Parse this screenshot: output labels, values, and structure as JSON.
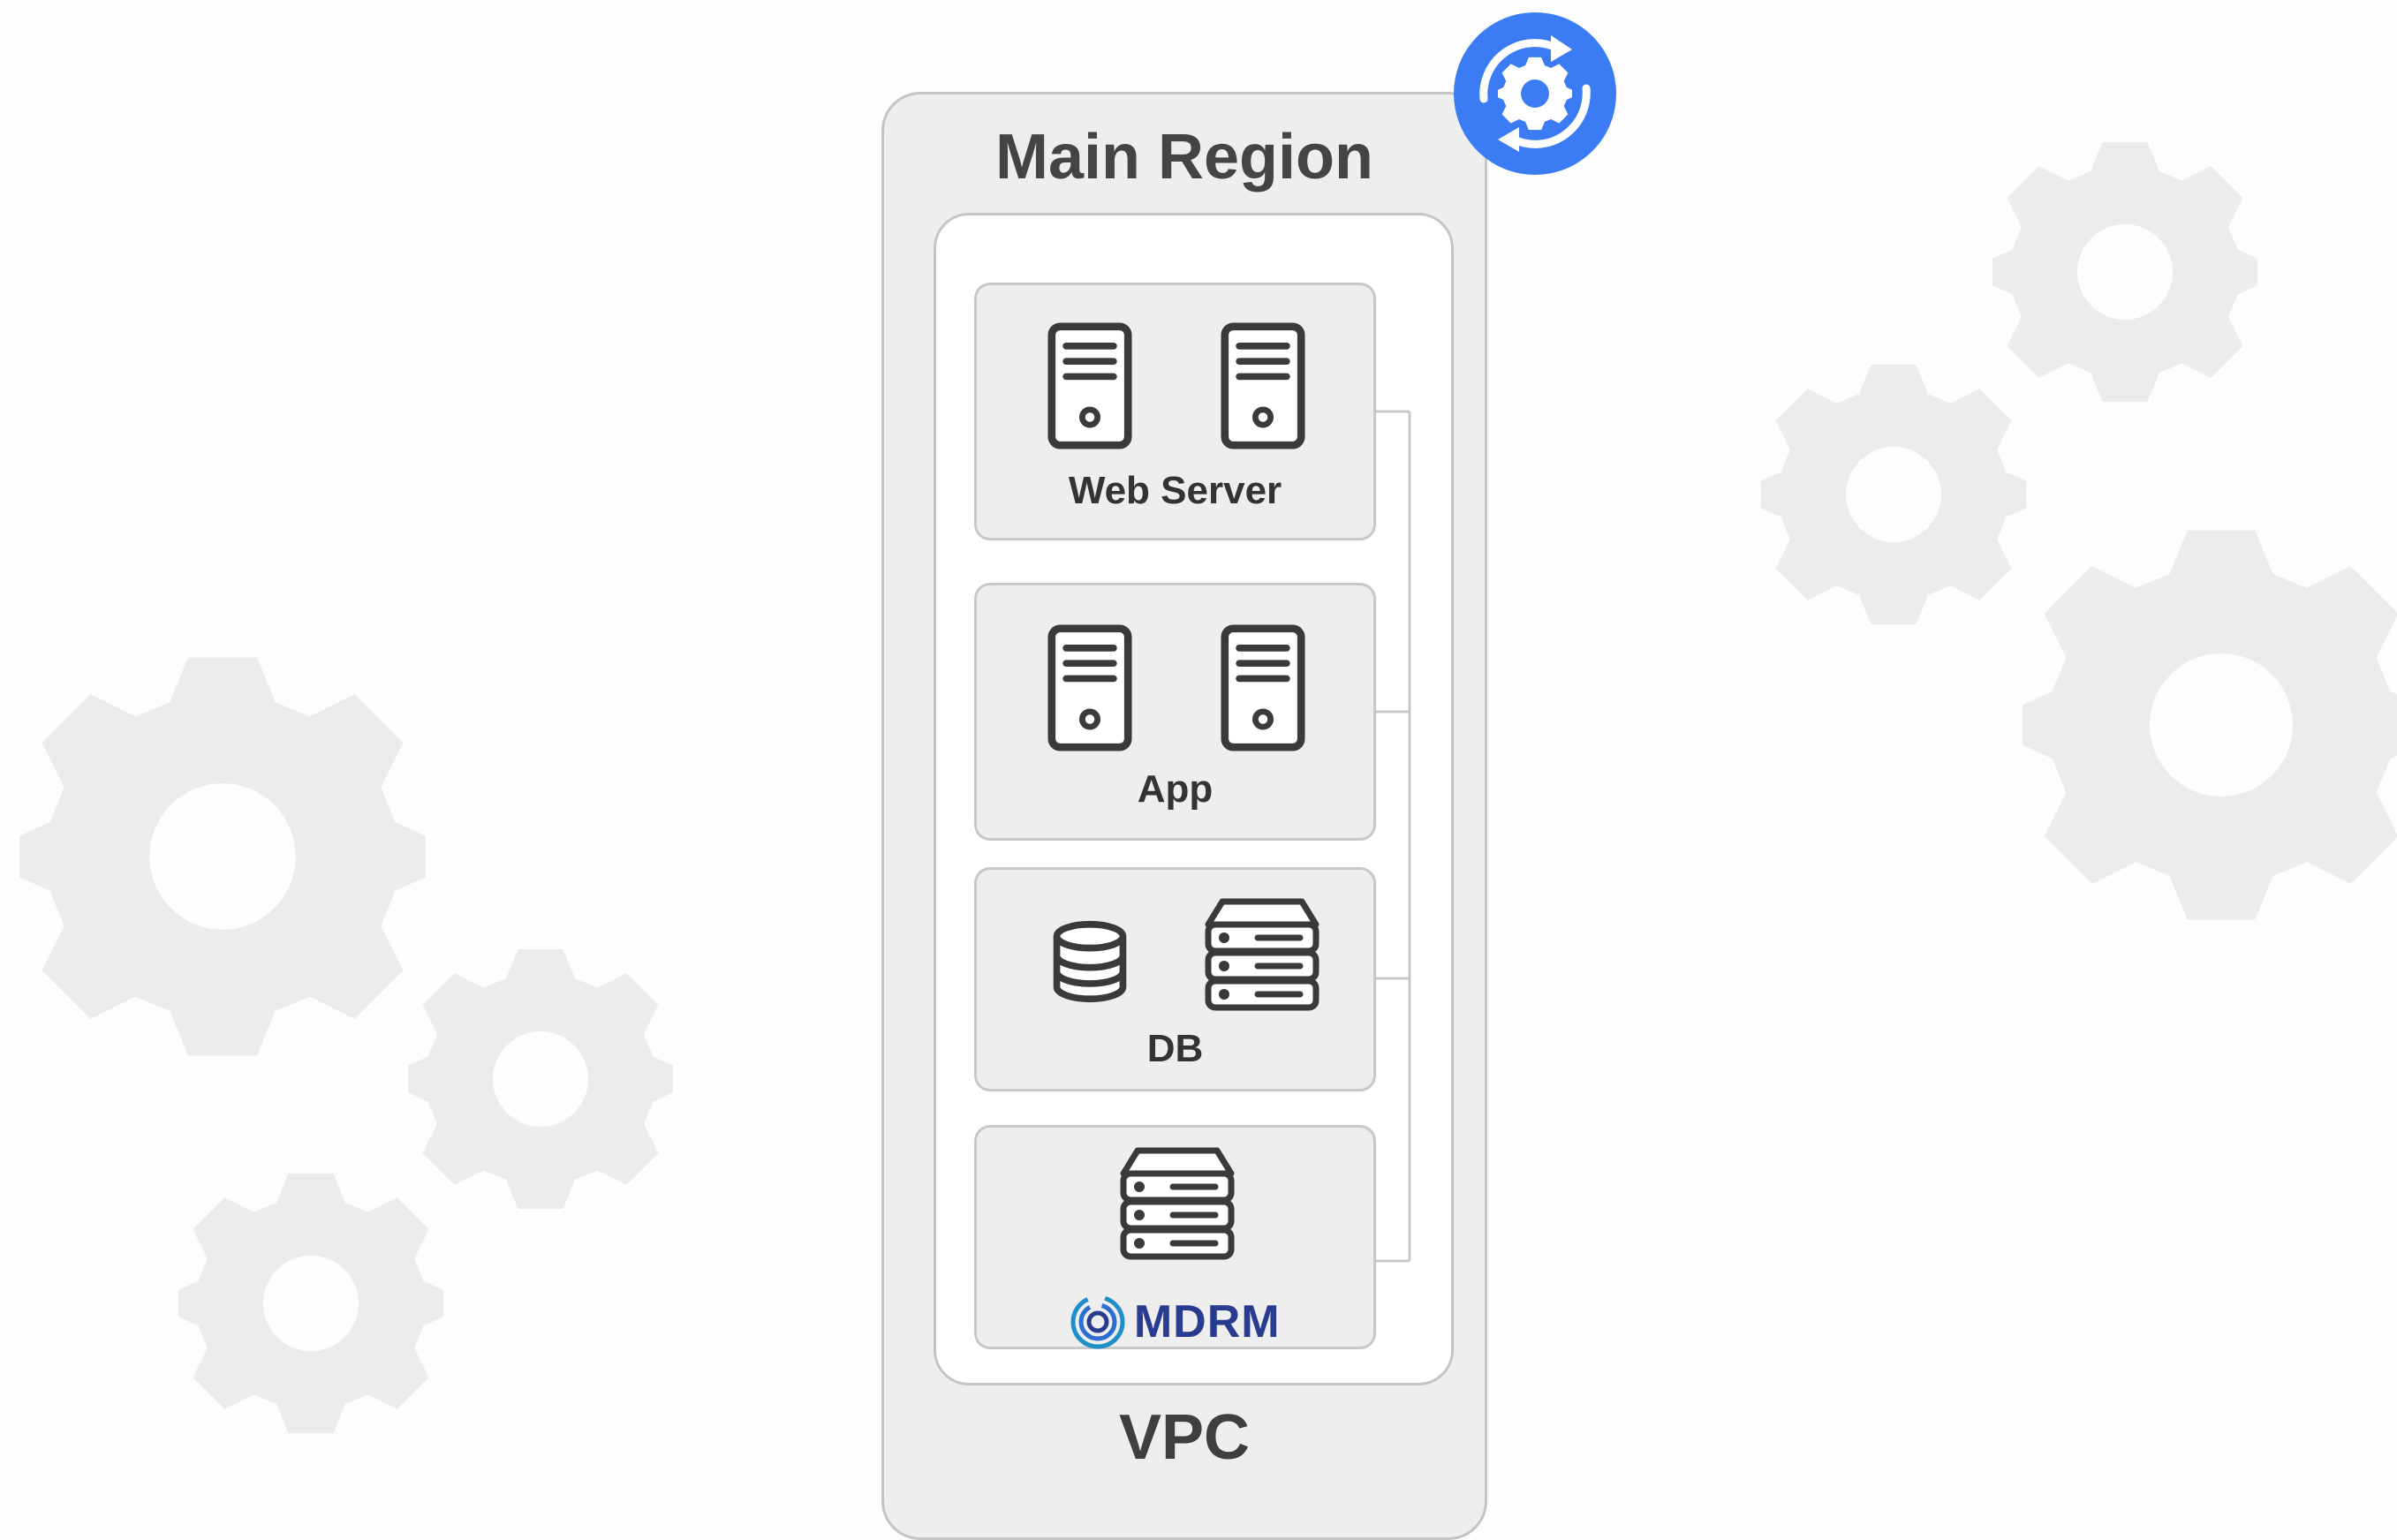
{
  "region": {
    "title": "Main Region"
  },
  "vpc": {
    "label": "VPC"
  },
  "tiers": [
    {
      "label": "Web Server",
      "icons": [
        "server-icon",
        "server-icon"
      ]
    },
    {
      "label": "App",
      "icons": [
        "server-icon",
        "server-icon"
      ]
    },
    {
      "label": "DB",
      "icons": [
        "database-icon",
        "storage-server-icon"
      ]
    },
    {
      "label": "MDRM",
      "icons": [
        "storage-server-icon",
        "mdrm-logo-icon"
      ]
    }
  ],
  "badge": {
    "icon": "sync-gear-icon",
    "color": "#3b7bf3"
  },
  "colors": {
    "gear": "#ececec",
    "icon": "#3a3a3a",
    "connector": "#c8c8c8",
    "mdrm": "#2a3c8f"
  }
}
